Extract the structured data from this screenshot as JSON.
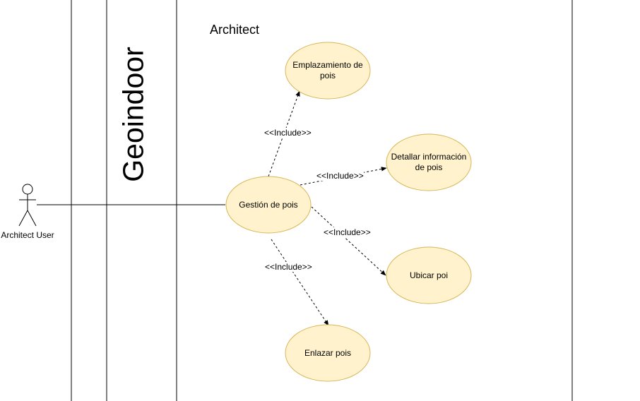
{
  "diagram": {
    "system_title": "Architect",
    "vertical_title": "Geoindoor",
    "actor": {
      "name": "Architect User"
    },
    "use_cases": {
      "main": "Gestión de pois",
      "emplazamiento": "Emplazamiento de pois",
      "detallar": "Detallar información de pois",
      "ubicar": "Ubicar poi",
      "enlazar": "Enlazar pois"
    },
    "relations": {
      "include_emplazamiento": "<<Include>>",
      "include_detallar": "<<Include>>",
      "include_ubicar": "<<Include>>",
      "include_enlazar": "<<Include>>"
    },
    "colors": {
      "use_case_fill": "#fff2cc",
      "use_case_stroke": "#d6b656",
      "line": "#000000"
    }
  }
}
